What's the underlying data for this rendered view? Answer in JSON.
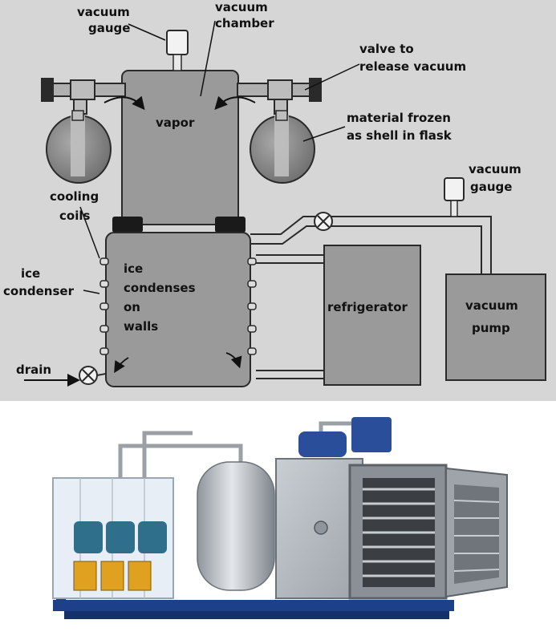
{
  "diagram": {
    "labels": {
      "vacuum_gauge_top": [
        "vacuum",
        "gauge"
      ],
      "vacuum_chamber": [
        "vacuum",
        "chamber"
      ],
      "valve": [
        "valve to",
        "release vacuum"
      ],
      "material": [
        "material frozen",
        "as shell in flask"
      ],
      "vapor": "vapor",
      "vacuum_gauge_right": [
        "vacuum",
        "gauge"
      ],
      "cooling_coils": [
        "cooling",
        "coils"
      ],
      "ice_condenser": [
        "ice",
        "condenser"
      ],
      "ice_condenses": [
        "ice",
        "condenses",
        "on",
        "walls"
      ],
      "refrigerator": "refrigerator",
      "vacuum_pump": [
        "vacuum",
        "pump"
      ],
      "drain": "drain"
    },
    "colors": {
      "background": "#d6d6d6",
      "chamber": "#9a9a9a",
      "outline": "#2a2a2a"
    }
  },
  "photo": {
    "subject": "industrial-freeze-dryer-machine-icon",
    "colors": {
      "steel": "#b9bec4",
      "frame": "#1e3f8a",
      "panel": "#e0a020"
    }
  }
}
